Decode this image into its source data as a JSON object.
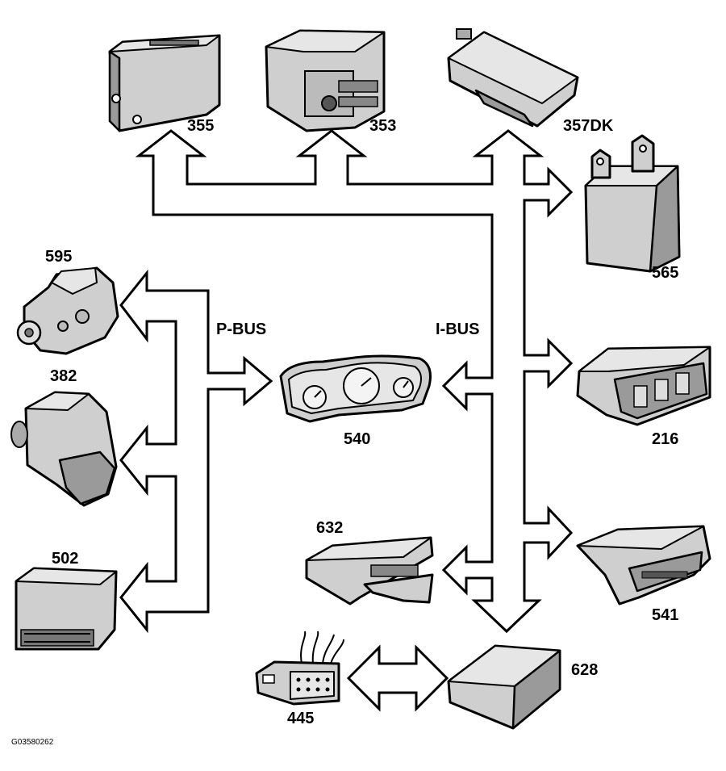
{
  "bus_labels": {
    "p_bus": "P-BUS",
    "i_bus": "I-BUS"
  },
  "components": {
    "c355": "355",
    "c353": "353",
    "c357dk": "357DK",
    "c565": "565",
    "c595": "595",
    "c382": "382",
    "c502": "502",
    "c540": "540",
    "c216": "216",
    "c632": "632",
    "c541": "541",
    "c628": "628",
    "c445": "445"
  },
  "figure_ref": "G03580262"
}
